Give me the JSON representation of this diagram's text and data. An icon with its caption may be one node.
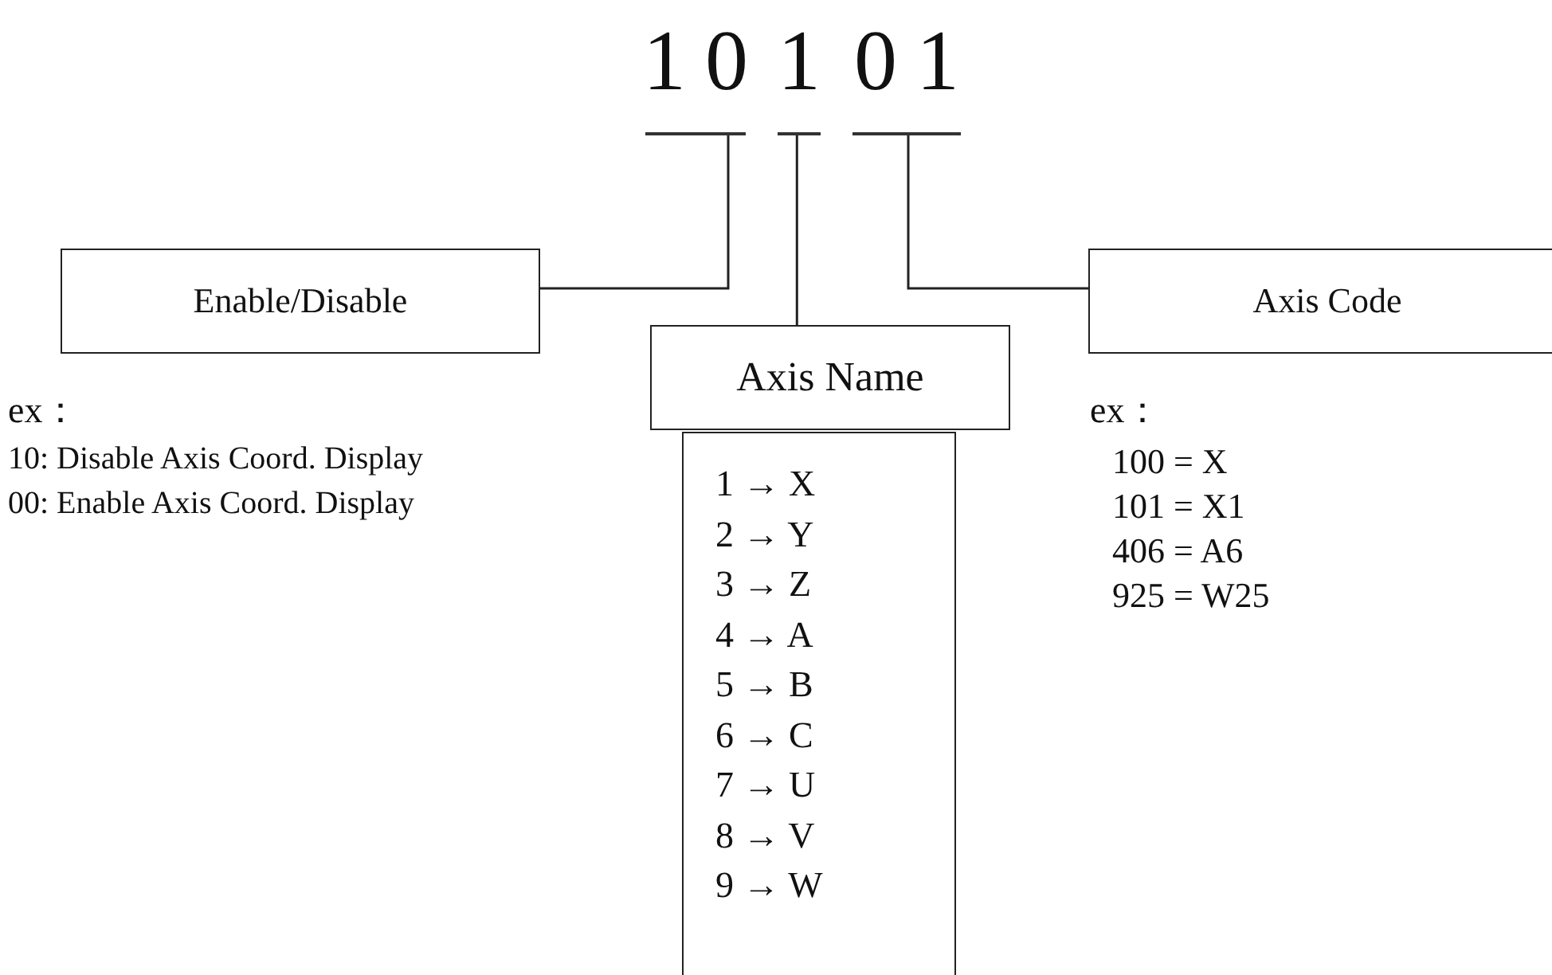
{
  "diagram": {
    "nodes": [
      {
        "text": [
          "10"
        ]
      },
      {
        "text": [
          "1"
        ]
      },
      {
        "text": [
          "01"
        ]
      },
      {
        "text": [
          "Enable/Disable"
        ]
      },
      {
        "text": [
          "Axis Name"
        ]
      },
      {
        "text": [
          "Axis Code"
        ]
      },
      {
        "text": [
          "1 → X",
          "2 → Y",
          "3 → Z",
          "4 → A",
          "5 → B",
          "6 → C",
          "7 → U",
          "8 → V",
          "9 → W"
        ]
      }
    ],
    "edges": [
      {
        "from": 0,
        "to": 3,
        "arrow": "none"
      },
      {
        "from": 1,
        "to": 4,
        "arrow": "none"
      },
      {
        "from": 2,
        "to": 5,
        "arrow": "none"
      }
    ],
    "labels": [
      "ex：",
      "10: Disable Axis Coord. Display",
      "00: Enable Axis Coord. Display",
      "ex：",
      "100 = X",
      "101 = X1",
      "406 = A6",
      "925 = W25"
    ]
  }
}
